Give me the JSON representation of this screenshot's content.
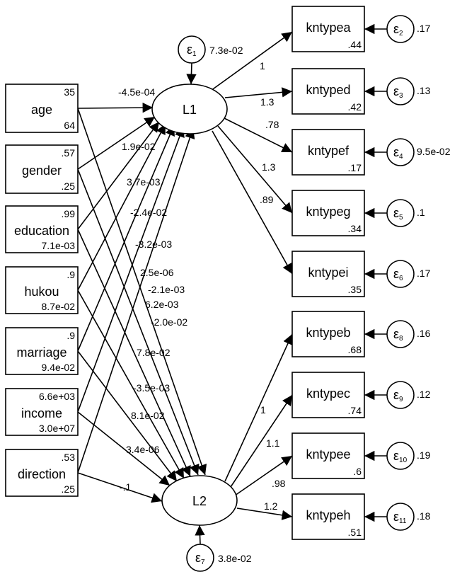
{
  "observed_left": [
    {
      "id": "age",
      "label": "age",
      "top": "35",
      "bottom": "64"
    },
    {
      "id": "gender",
      "label": "gender",
      "top": ".57",
      "bottom": ".25"
    },
    {
      "id": "education",
      "label": "education",
      "top": ".99",
      "bottom": "7.1e-03"
    },
    {
      "id": "hukou",
      "label": "hukou",
      "top": ".9",
      "bottom": "8.7e-02"
    },
    {
      "id": "marriage",
      "label": "marriage",
      "top": ".9",
      "bottom": "9.4e-02"
    },
    {
      "id": "income",
      "label": "income",
      "top": "6.6e+03",
      "bottom": "3.0e+07"
    },
    {
      "id": "direction",
      "label": "direction",
      "top": ".53",
      "bottom": ".25"
    }
  ],
  "latent": [
    {
      "id": "L1",
      "label": "L1",
      "error": {
        "sym": "ε",
        "sub": "1",
        "value": "7.3e-02"
      }
    },
    {
      "id": "L2",
      "label": "L2",
      "error": {
        "sym": "ε",
        "sub": "7",
        "value": "3.8e-02"
      }
    }
  ],
  "indicators": [
    {
      "id": "kntypea",
      "label": "kntypea",
      "r2": ".44",
      "err_sub": "2",
      "err_val": ".17",
      "loading": "1",
      "latent": "L1"
    },
    {
      "id": "kntyped",
      "label": "kntyped",
      "r2": ".42",
      "err_sub": "3",
      "err_val": ".13",
      "loading": "1.3",
      "latent": "L1"
    },
    {
      "id": "kntypef",
      "label": "kntypef",
      "r2": ".17",
      "err_sub": "4",
      "err_val": "9.5e-02",
      "loading": ".78",
      "latent": "L1"
    },
    {
      "id": "kntypeg",
      "label": "kntypeg",
      "r2": ".34",
      "err_sub": "5",
      "err_val": ".1",
      "loading": "1.3",
      "latent": "L1"
    },
    {
      "id": "kntypei",
      "label": "kntypei",
      "r2": ".35",
      "err_sub": "6",
      "err_val": ".17",
      "loading": ".89",
      "latent": "L1"
    },
    {
      "id": "kntypeb",
      "label": "kntypeb",
      "r2": ".68",
      "err_sub": "8",
      "err_val": ".16",
      "loading": "",
      "latent": "L2"
    },
    {
      "id": "kntypec",
      "label": "kntypec",
      "r2": ".74",
      "err_sub": "9",
      "err_val": ".12",
      "loading": "1",
      "latent": "L2"
    },
    {
      "id": "kntypee",
      "label": "kntypee",
      "r2": ".6",
      "err_sub": "10",
      "err_val": ".19",
      "loading": "1.1",
      "latent": "L2"
    },
    {
      "id": "kntypeh",
      "label": "kntypeh",
      "r2": ".51",
      "err_sub": "11",
      "err_val": ".18",
      "loading": ".98",
      "latent": "L2"
    },
    {
      "id": "kntypeh_extra",
      "label": "",
      "r2": "",
      "err_sub": "",
      "err_val": "",
      "loading": "1.2",
      "latent": "L2"
    }
  ],
  "paths": [
    {
      "from": "age",
      "to": "L1",
      "coef": "-4.5e-04"
    },
    {
      "from": "gender",
      "to": "L1",
      "coef": "1.9e-02"
    },
    {
      "from": "education",
      "to": "L1",
      "coef": "3.7e-03"
    },
    {
      "from": "hukou",
      "to": "L1",
      "coef": "-2.4e-02"
    },
    {
      "from": "marriage",
      "to": "L1",
      "coef": "-3.2e-03"
    },
    {
      "from": "income",
      "to": "L1",
      "coef": "2.5e-06"
    },
    {
      "from": "direction",
      "to": "L1",
      "coef": "-2.1e-03"
    },
    {
      "from": "age",
      "to": "L2",
      "coef": "6.2e-03"
    },
    {
      "from": "gender",
      "to": "L2",
      "coef": "-2.0e-02"
    },
    {
      "from": "education",
      "to": "L2",
      "coef": "7.8e-02"
    },
    {
      "from": "hukou",
      "to": "L2",
      "coef": "-3.5e-03"
    },
    {
      "from": "marriage",
      "to": "L2",
      "coef": "8.1e-02"
    },
    {
      "from": "income",
      "to": "L2",
      "coef": "3.4e-06"
    },
    {
      "from": "direction",
      "to": "L2",
      "coef": "-.1"
    }
  ]
}
